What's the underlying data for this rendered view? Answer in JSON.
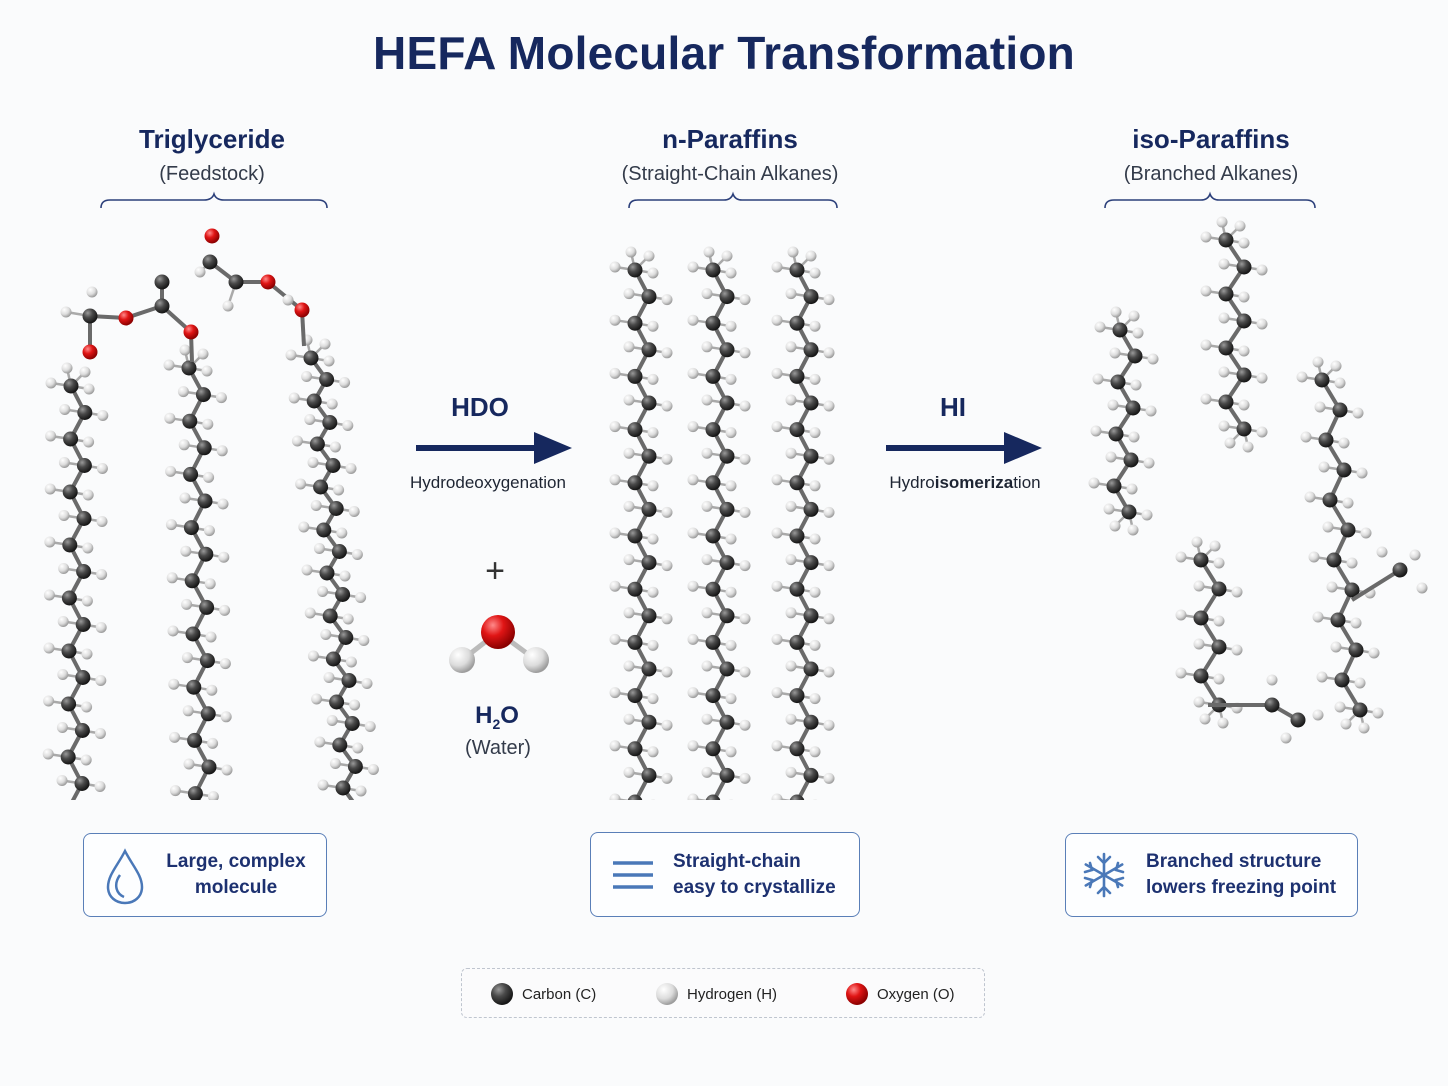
{
  "title": "HEFA Molecular Transformation",
  "columns": [
    {
      "title": "Triglyceride",
      "subtitle": "(Feedstock)"
    },
    {
      "title": "n-Paraffins",
      "subtitle": "(Straight-Chain Alkanes)"
    },
    {
      "title": "iso-Paraffins",
      "subtitle": "(Branched Alkanes)"
    }
  ],
  "steps": [
    {
      "label": "HDO",
      "description": "Hydrodeoxygenation"
    },
    {
      "label": "HI",
      "description_pre": "Hydro",
      "description_bold": "isomeriza",
      "description_post": "tion"
    }
  ],
  "byproduct": {
    "plus": "+",
    "formula_main": "H",
    "formula_sub": "2",
    "formula_end": "O",
    "name": "(Water)"
  },
  "info_boxes": [
    {
      "icon": "water-drop-icon",
      "line1": "Large, complex",
      "line2": "molecule"
    },
    {
      "icon": "lines-icon",
      "line1": "Straight-chain",
      "line2": "easy to crystallize"
    },
    {
      "icon": "snowflake-icon",
      "line1": "Branched structure",
      "line2": "lowers freezing point"
    }
  ],
  "legend": [
    {
      "label": "Carbon (C)",
      "color": "#3a3a3a"
    },
    {
      "label": "Hydrogen (H)",
      "color": "#e8e8e8"
    },
    {
      "label": "Oxygen (O)",
      "color": "#e01010"
    }
  ],
  "colors": {
    "accent": "#16285e",
    "arrow": "#16285e",
    "box_border": "#5a7fb8",
    "carbon": "#3a3a3a",
    "hydrogen": "#e6e6e6",
    "oxygen": "#e21515"
  }
}
